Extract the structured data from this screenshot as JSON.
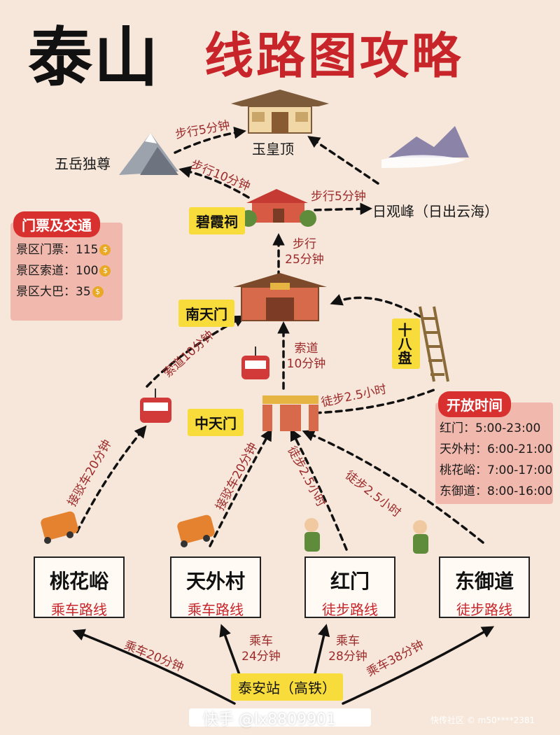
{
  "title": {
    "main": "泰山",
    "sub": "线路图攻略"
  },
  "nodes": {
    "yuhuang": "玉皇顶",
    "wuyue": "五岳独尊",
    "rigoufeng": "日观峰（日出云海）",
    "bixia": "碧霞祠",
    "nantian": "南天门",
    "zhongtian": "中天门",
    "shiba": "十八盘"
  },
  "edges": {
    "bixia_yuhuang": "步行5分钟",
    "bixia_wuyue": "步行10分钟",
    "bixia_rigoufeng": "步行5分钟",
    "nantian_bixia_1": "步行",
    "nantian_bixia_2": "25分钟",
    "zhongtian_nantian_cable_1": "索道",
    "zhongtian_nantian_cable_2": "10分钟",
    "taohua_cable": "索道10分钟",
    "zhongtian_shiba": "徒步2.5小时",
    "taohua_shuttle": "接驳车20分钟",
    "tianwai_shuttle": "接驳车20分钟",
    "hongmen_walk": "徒步2.5小时",
    "dongyu_walk": "徒步2.5小时",
    "station_taohua": "乘车20分钟",
    "station_tianwai_1": "乘车",
    "station_tianwai_2": "24分钟",
    "station_hongmen_1": "乘车",
    "station_hongmen_2": "28分钟",
    "station_dongyu": "乘车38分钟"
  },
  "tickets": {
    "title": "门票及交通",
    "rows": [
      {
        "label": "景区门票：",
        "value": "115"
      },
      {
        "label": "景区索道：",
        "value": "100"
      },
      {
        "label": "景区大巴：",
        "value": "35"
      }
    ]
  },
  "hours": {
    "title": "开放时间",
    "rows": [
      {
        "label": "红门：",
        "value": "5:00-23:00"
      },
      {
        "label": "天外村：",
        "value": "6:00-21:00"
      },
      {
        "label": "桃花峪：",
        "value": "7:00-17:00"
      },
      {
        "label": "东御道：",
        "value": "8:00-16:00"
      }
    ]
  },
  "starts": [
    {
      "name": "桃花峪",
      "type": "乘车路线"
    },
    {
      "name": "天外村",
      "type": "乘车路线"
    },
    {
      "name": "红门",
      "type": "徒步路线"
    },
    {
      "name": "东御道",
      "type": "徒步路线"
    }
  ],
  "station": "泰安站（高铁）",
  "watermark": {
    "main": "快手 @lx8809901",
    "side": "快传社区 © m50****2381"
  },
  "colors": {
    "title_red": "#c8252b",
    "tag_yellow": "#f8dc3c",
    "panel_pink": "#f1b9ae",
    "label_red": "#9c2a2a",
    "background": "#f6e7da"
  }
}
